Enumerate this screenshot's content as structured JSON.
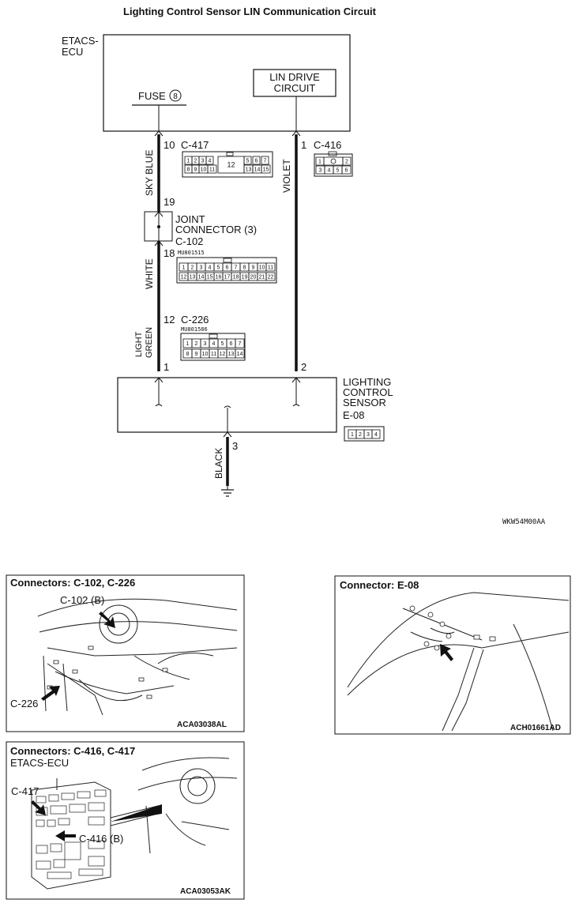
{
  "title": "Lighting Control Sensor LIN Communication Circuit",
  "etacs": {
    "line1": "ETACS-",
    "line2": "ECU"
  },
  "fuse": {
    "label": "FUSE",
    "number": "8"
  },
  "lin": {
    "line1": "LIN DRIVE",
    "line2": "CIRCUIT"
  },
  "wires": {
    "sky_blue": "SKY BLUE",
    "white": "WHITE",
    "light": "LIGHT",
    "green": "GREEN",
    "violet": "VIOLET",
    "black": "BLACK"
  },
  "pins": {
    "p10": "10",
    "p19": "19",
    "p18": "18",
    "p12": "12",
    "p1": "1",
    "p1b": "1",
    "p2": "2",
    "p3": "3"
  },
  "connectors": {
    "c417": {
      "name": "C-417",
      "row1": [
        "1",
        "2",
        "3",
        "4",
        "5",
        "6",
        "7"
      ],
      "mid": "12",
      "row2": [
        "8",
        "9",
        "10",
        "11",
        "13",
        "14",
        "15"
      ]
    },
    "c416": {
      "name": "C-416",
      "row1": [
        "1",
        "2"
      ],
      "row2": [
        "3",
        "4",
        "5",
        "6"
      ]
    },
    "joint": {
      "line1": "JOINT",
      "line2": "CONNECTOR (3)",
      "name": "C-102",
      "part": "MU801515",
      "row1": [
        "1",
        "2",
        "3",
        "4",
        "5",
        "6",
        "7",
        "8",
        "9",
        "10",
        "11"
      ],
      "row2": [
        "12",
        "13",
        "14",
        "15",
        "16",
        "17",
        "18",
        "19",
        "20",
        "21",
        "22"
      ]
    },
    "c226": {
      "name": "C-226",
      "part": "MU801586",
      "row1": [
        "1",
        "2",
        "3",
        "4",
        "5",
        "6",
        "7"
      ],
      "row2": [
        "8",
        "9",
        "10",
        "11",
        "12",
        "13",
        "14"
      ]
    },
    "e08": {
      "name": "E-08",
      "pins": [
        "1",
        "2",
        "3",
        "4"
      ]
    }
  },
  "sensor": {
    "line1": "LIGHTING",
    "line2": "CONTROL",
    "line3": "SENSOR"
  },
  "diagram_code": "WKW54M00AA",
  "panels": {
    "p1": {
      "title": "Connectors: C-102, C-226",
      "callout_a": "C-102 (B)",
      "callout_b": "C-226",
      "code": "ACA03038AL"
    },
    "p2": {
      "title": "Connector: E-08",
      "code": "ACH01661AD"
    },
    "p3": {
      "title": "Connectors: C-416, C-417",
      "subtitle": "ETACS-ECU",
      "callout_a": "C-417",
      "callout_b": "C-416 (B)",
      "code": "ACA03053AK"
    }
  }
}
